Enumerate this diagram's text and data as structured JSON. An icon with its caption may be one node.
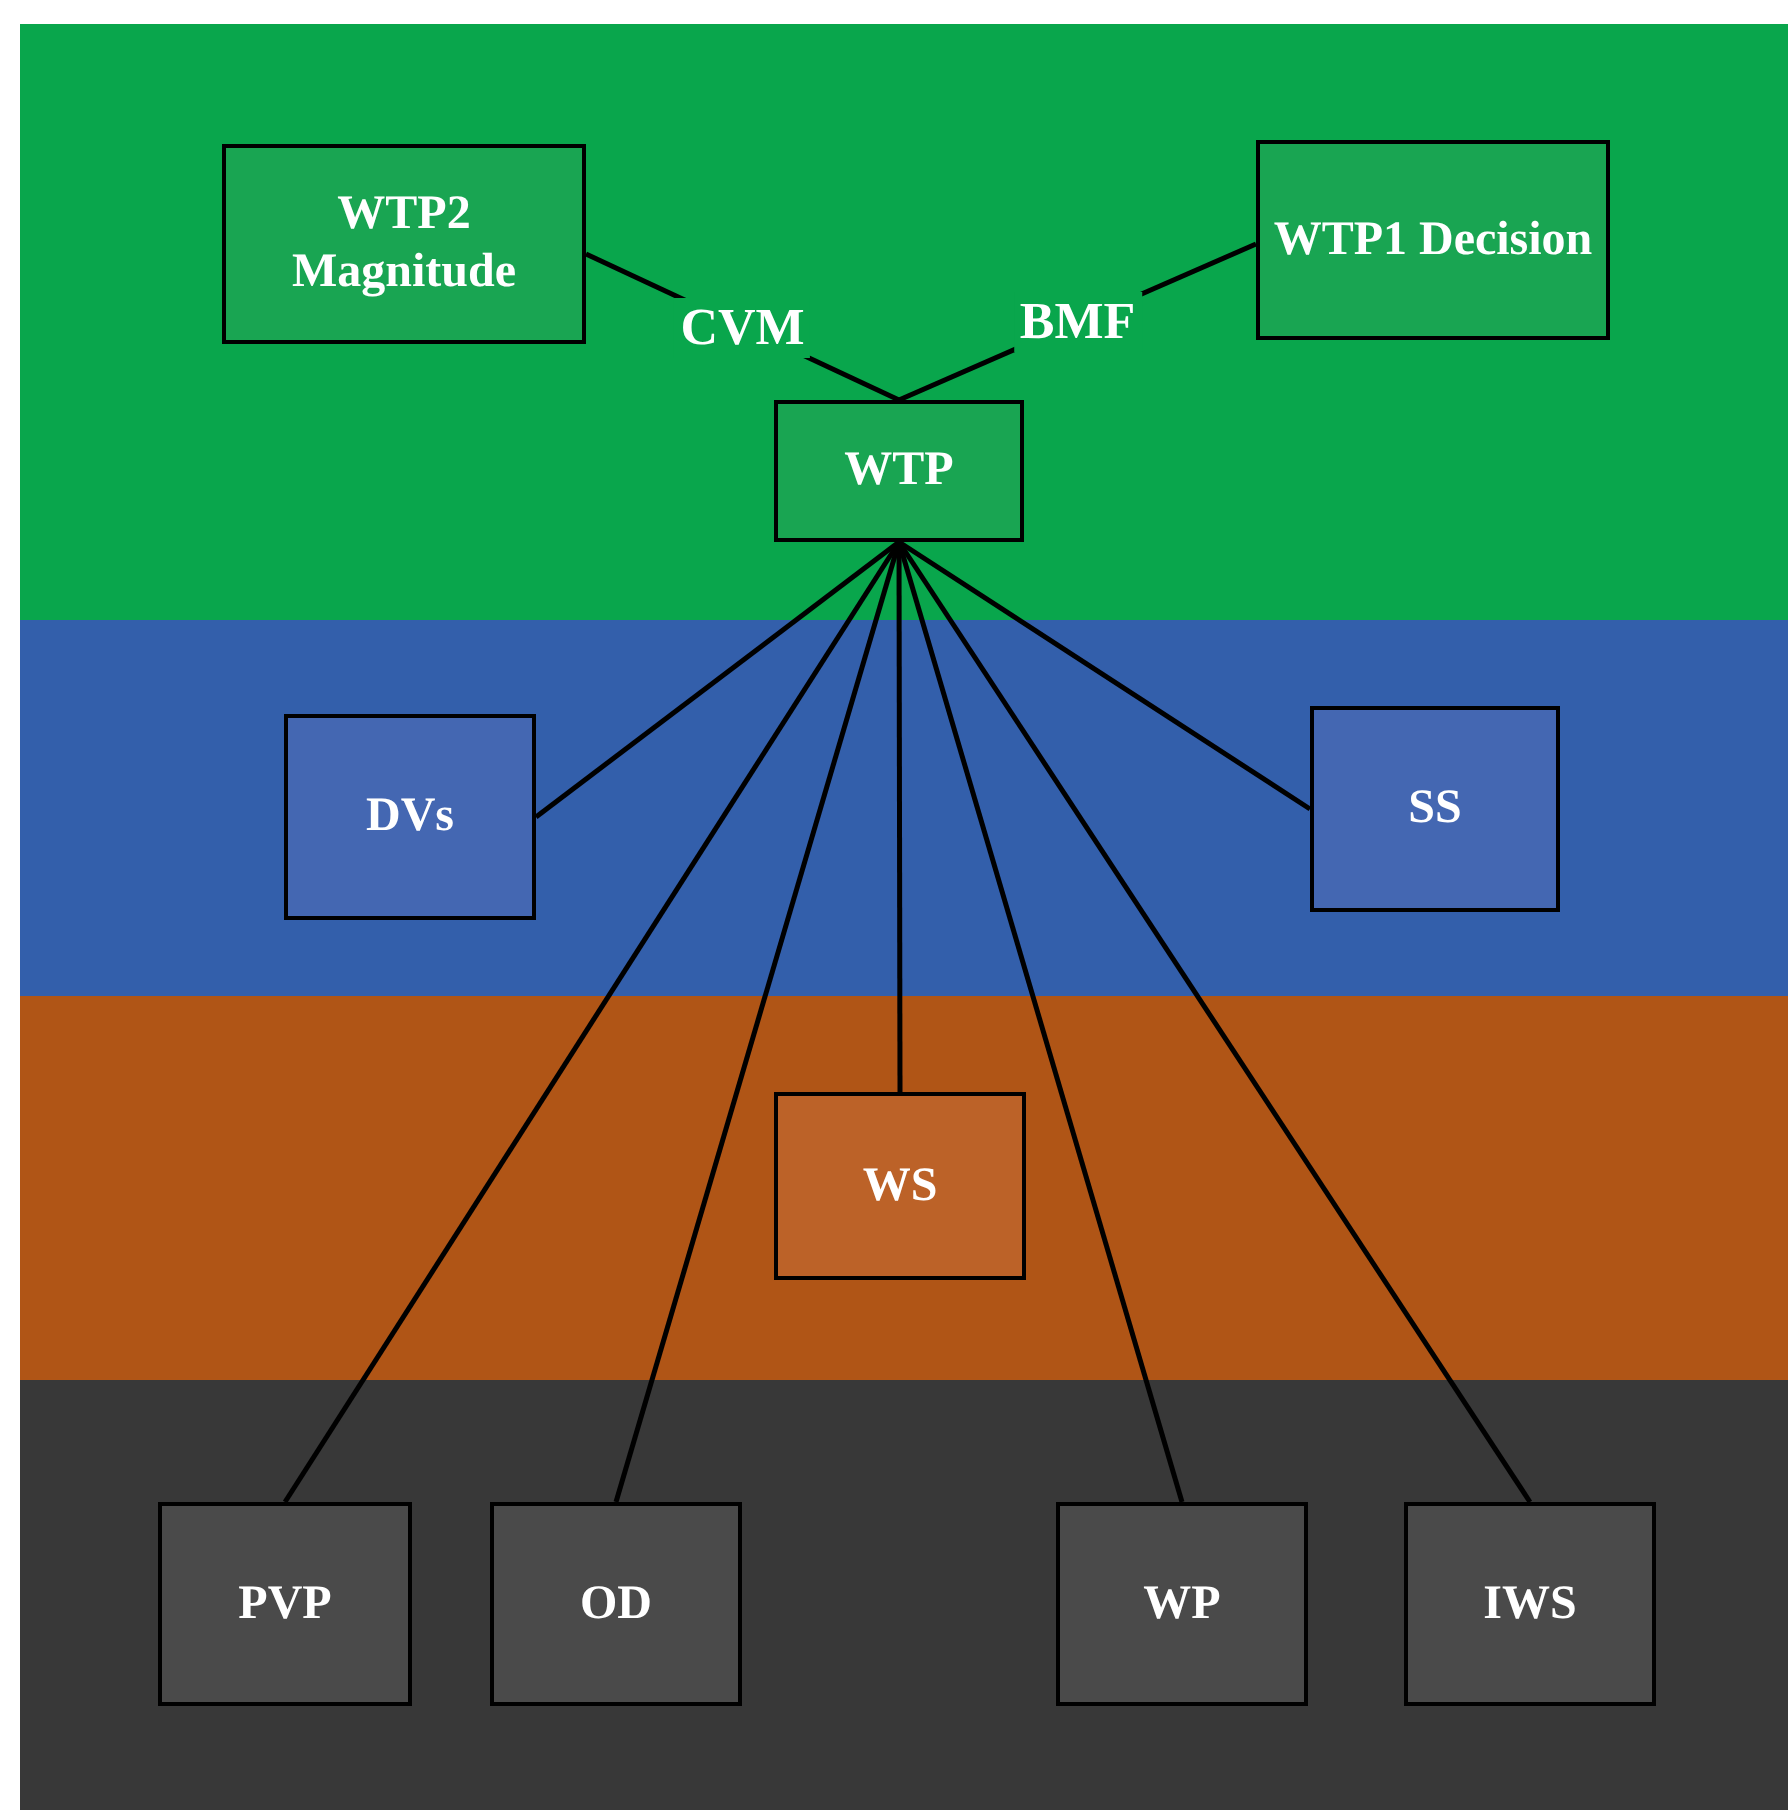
{
  "diagram": {
    "nodes": [
      {
        "text": [
          "WTP2 Magnitude"
        ]
      },
      {
        "text": [
          "WTP1 Decision"
        ]
      },
      {
        "text": [
          "WTP"
        ]
      },
      {
        "text": [
          "DVs"
        ]
      },
      {
        "text": [
          "SS"
        ]
      },
      {
        "text": [
          "WS"
        ]
      },
      {
        "text": [
          "PVP"
        ]
      },
      {
        "text": [
          "OD"
        ]
      },
      {
        "text": [
          "WP"
        ]
      },
      {
        "text": [
          "IWS"
        ]
      }
    ],
    "edges": [
      {
        "from": 0,
        "to": 2,
        "arrow": "none",
        "label": "CVM"
      },
      {
        "from": 1,
        "to": 2,
        "arrow": "none",
        "label": "BMF"
      },
      {
        "from": 2,
        "to": 3,
        "arrow": "none"
      },
      {
        "from": 2,
        "to": 4,
        "arrow": "none"
      },
      {
        "from": 2,
        "to": 5,
        "arrow": "none"
      },
      {
        "from": 2,
        "to": 6,
        "arrow": "none"
      },
      {
        "from": 2,
        "to": 7,
        "arrow": "none"
      },
      {
        "from": 2,
        "to": 8,
        "arrow": "none"
      },
      {
        "from": 2,
        "to": 9,
        "arrow": "none"
      }
    ]
  }
}
